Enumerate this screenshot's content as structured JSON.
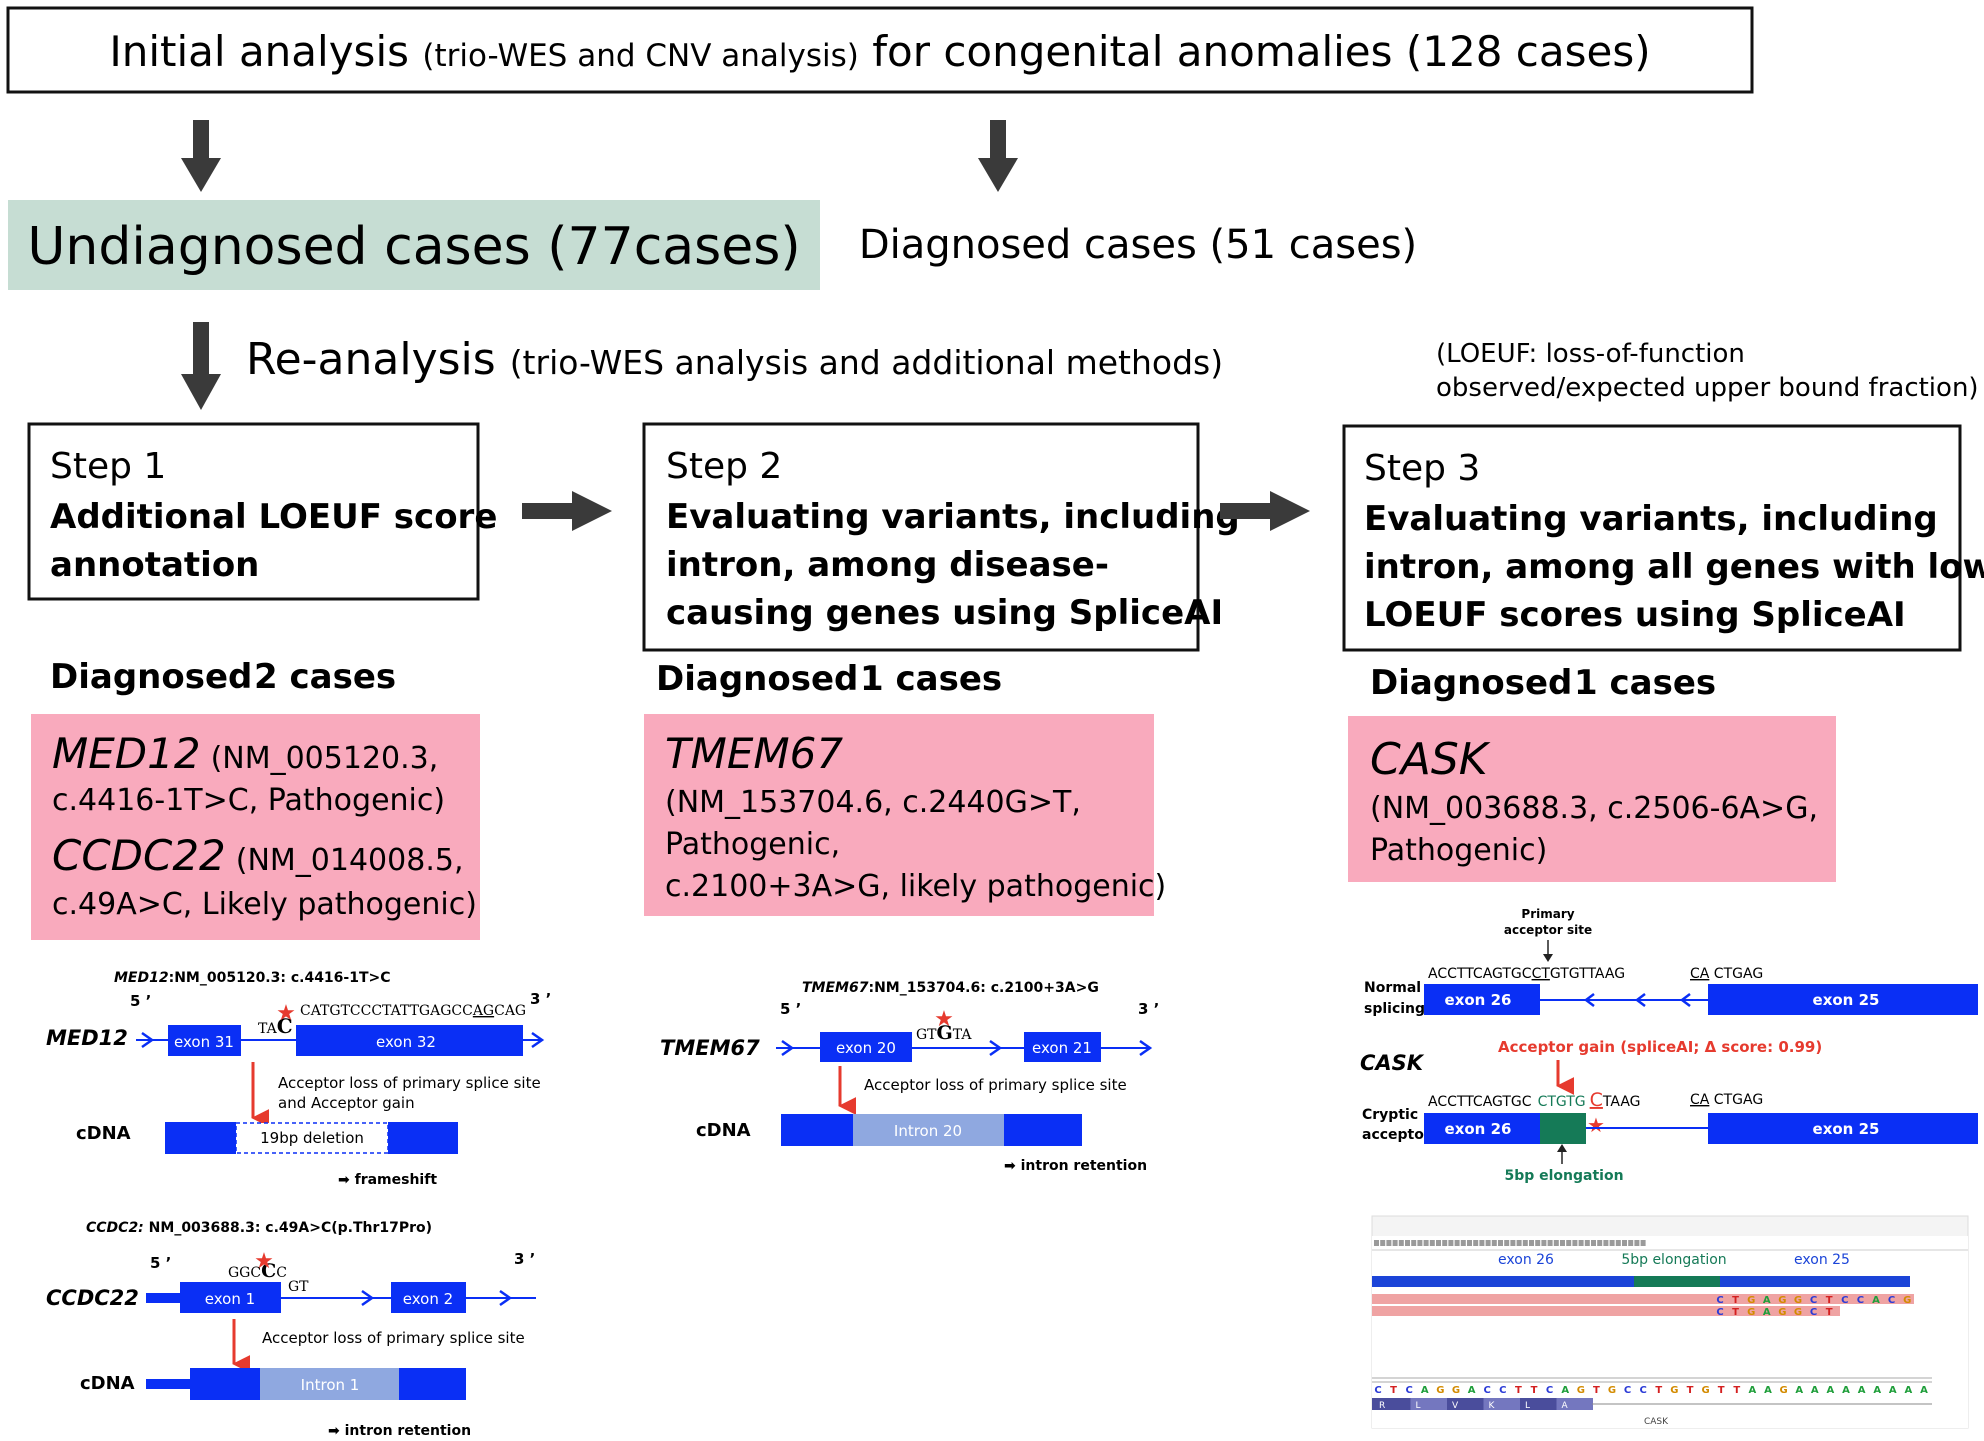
{
  "colors": {
    "exon_blue": "#0a2ff5",
    "intron_light": "#8fa8e0",
    "undiagnosed_bg": "#c6ddd3",
    "result_pink": "#f9aabd",
    "elongation_green": "#157a57",
    "star_red": "#e63a2e",
    "arrow_dark": "#3a3a3a",
    "igv_read_pink": "#efa3a3",
    "igv_aa_purple": "#4a4d9c"
  },
  "initial": {
    "main1": "Initial analysis ",
    "sub": "(trio-WES and CNV analysis)",
    "main2": " for congenital anomalies (128 cases)"
  },
  "undiagnosed": "Undiagnosed cases (77cases)",
  "diagnosed_cases": "Diagnosed cases (51 cases)",
  "reanalysis": {
    "main": "Re-analysis ",
    "sub": "(trio-WES analysis and additional methods)"
  },
  "loeuf_note": [
    "(LOEUF: loss-of-function",
    "observed/expected upper bound fraction)"
  ],
  "step1": {
    "title": "Step 1",
    "lines": [
      "Additional LOEUF score",
      "annotation"
    ],
    "diag_label": "Diagnosed",
    "diag_count": "2 cases",
    "gene1": "MED12",
    "gene1_info_a": "(NM_005120.3,",
    "gene1_info_b": "c.4416-1T>C, Pathogenic)",
    "gene2": "CCDC22",
    "gene2_info_a": "(NM_014008.5,",
    "gene2_info_b": "c.49A>C, Likely pathogenic)"
  },
  "step2": {
    "title": "Step 2",
    "lines": [
      "Evaluating variants, including",
      "intron, among disease-",
      "causing genes using SpliceAI"
    ],
    "diag_label": "Diagnosed",
    "diag_count": "1 cases",
    "gene": "TMEM67",
    "info": [
      "(NM_153704.6, c.2440G>T,",
      "Pathogenic,",
      "c.2100+3A>G, likely pathogenic)"
    ]
  },
  "step3": {
    "title": "Step 3",
    "lines": [
      "Evaluating variants, including",
      "intron, among all genes with low",
      "LOEUF scores using SpliceAI"
    ],
    "diag_label": "Diagnosed",
    "diag_count": "1 cases",
    "gene": "CASK",
    "info": [
      "(NM_003688.3, c.2506-6A>G,",
      "Pathogenic)"
    ]
  },
  "med12_fig": {
    "title_gene": "MED12",
    "title_rest": ":NM_005120.3: c.4416-1T>C",
    "five": "5 ’",
    "three": "3 ’",
    "gene": "MED12",
    "exon_a": "exon 31",
    "exon_b": "exon 32",
    "seq_left": "TA",
    "seq_mut": "C",
    "seq_right_a": "CATGTCCCTATTGAGCC",
    "seq_right_u": "AG",
    "seq_right_b": "CAG",
    "note1": "Acceptor loss of primary splice site",
    "note2": "and Acceptor gain",
    "cdna": "cDNA",
    "deletion": "19bp deletion",
    "result": "➡ frameshift"
  },
  "ccdc22_fig": {
    "title_gene": "CCDC2:",
    "title_rest": " NM_003688.3: c.49A>C(p.Thr17Pro)",
    "five": "5 ’",
    "three": "3 ’",
    "gene": "CCDC22",
    "seq_a": "GGC",
    "seq_mut": "C",
    "seq_b": "C",
    "seq_gt": "GT",
    "exon_a": "exon 1",
    "exon_b": "exon 2",
    "note": "Acceptor loss of primary splice site",
    "cdna": "cDNA",
    "intron": "Intron 1",
    "result": "➡ intron retention"
  },
  "tmem67_fig": {
    "title_gene": "TMEM67",
    "title_rest": ":NM_153704.6: c.2100+3A>G",
    "five": "5 ’",
    "three": "3 ’",
    "gene": "TMEM67",
    "exon_a": "exon 20",
    "exon_b": "exon 21",
    "seq_a": "GT",
    "seq_mut": "G",
    "seq_b": "TA",
    "note": "Acceptor loss of primary splice site",
    "cdna": "cDNA",
    "intron": "Intron 20",
    "result": "➡ intron retention"
  },
  "cask_fig": {
    "primary": [
      "Primary",
      "acceptor site"
    ],
    "normal": [
      "Normal",
      "splicing"
    ],
    "seq1_a": "ACCTTCAGTGC",
    "seq1_u": "CT",
    "seq1_b": "GTGTTAAG",
    "seq2_u": "CA",
    "seq2_b": " CTGAG",
    "exon_a": "exon 26",
    "exon_b": "exon 25",
    "gene": "CASK",
    "gain": "Acceptor gain (spliceAI; Δ score: 0.99)",
    "cryptic": [
      "Cryptic",
      "acceptor"
    ],
    "seq3_a": "ACCTTCAGTGC",
    "seq3_g": "CTGTG",
    "seq3_mut": "C",
    "seq3_b": "TAAG",
    "seq4_u": "CA",
    "seq4_b": " CTGAG",
    "elong": "5bp elongation"
  },
  "igv": {
    "label_a": "exon 26",
    "label_b": "5bp elongation",
    "label_c": "exon 25",
    "read1": [
      "C",
      "T",
      "G",
      "A",
      "G",
      "G",
      "C",
      "T",
      "C",
      "C",
      "A",
      "C",
      "G"
    ],
    "read2": [
      "C",
      "T",
      "G",
      "A",
      "G",
      "G",
      "C",
      "T"
    ],
    "ref": [
      "C",
      "T",
      "C",
      "A",
      "G",
      "G",
      "A",
      "C",
      "C",
      "T",
      "T",
      "C",
      "A",
      "G",
      "T",
      "G",
      "C",
      "C",
      "T",
      "G",
      "T",
      "G",
      "T",
      "T",
      "A",
      "A",
      "G",
      "A",
      "A",
      "A",
      "A",
      "A",
      "A",
      "A",
      "A",
      "A"
    ],
    "aa": [
      "R",
      "L",
      "V",
      "K",
      "L",
      "A"
    ],
    "track": "CASK"
  }
}
